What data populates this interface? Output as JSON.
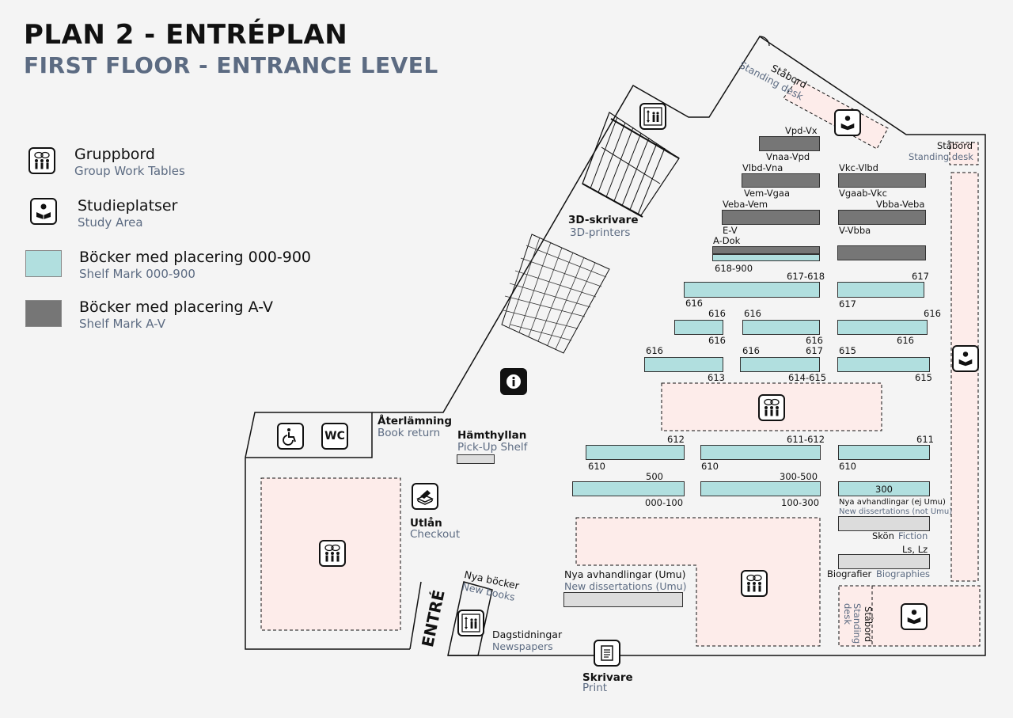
{
  "title": {
    "sv": "PLAN 2 - ENTRÉPLAN",
    "en": "FIRST FLOOR - ENTRANCE LEVEL"
  },
  "legend": {
    "group": {
      "sv": "Gruppbord",
      "en": "Group Work Tables"
    },
    "study": {
      "sv": "Studieplatser",
      "en": "Study Area"
    },
    "shelf000": {
      "sv": "Böcker med placering 000-900",
      "en": "Shelf Mark 000-900"
    },
    "shelfAV": {
      "sv": "Böcker med placering A-V",
      "en": "Shelf Mark A-V"
    }
  },
  "colors": {
    "teal": "#b1dfdf",
    "grey": "#767676",
    "lightgrey": "#dcdcdc",
    "pink": "#fdecea",
    "subtitle": "#5c6b82"
  },
  "areas": {
    "printer3d": {
      "sv": "3D-skrivare",
      "en": "3D-printers"
    },
    "return": {
      "sv": "Återlämning",
      "en": "Book return"
    },
    "pickup": {
      "sv": "Hämthyllan",
      "en": "Pick-Up Shelf"
    },
    "checkout": {
      "sv": "Utlån",
      "en": "Checkout"
    },
    "newbooks": {
      "sv": "Nya böcker",
      "en": "New books"
    },
    "entrance": "ENTRÉ",
    "newspapers": {
      "sv": "Dagstidningar",
      "en": "Newspapers"
    },
    "print": {
      "sv": "Skrivare",
      "en": "Print"
    },
    "newdiss": {
      "sv": "Nya avhandlingar (Umu)",
      "en": "New dissertations (Umu)"
    },
    "newdissNot": {
      "sv": "Nya avhandlingar (ej Umu)",
      "en": "New dissertations (not Umu)"
    },
    "fiction": {
      "sv": "Skön",
      "en": "Fiction"
    },
    "bio": {
      "sv": "Biografier",
      "en": "Biographies"
    },
    "lslz": "Ls, Lz",
    "standTop": {
      "sv": "Ståbord",
      "en": "Standing desk"
    },
    "standRight": {
      "sv": "Ståbord",
      "en": "Standing desk"
    },
    "standBottom": {
      "sv": "Ståbord",
      "en": "Standing desk"
    },
    "wc": "WC"
  },
  "shelfLabels": {
    "l1": "Vpd-Vx",
    "l2": "Vnaa-Vpd",
    "l3": "Vlbd-Vna",
    "l4": "Vem-Vgaa",
    "l5": "Veba-Vem",
    "l6": "E-V",
    "l7": "A-Dok",
    "l8": "618-900",
    "l9": "617-618",
    "l10": "616",
    "r1": "Vkc-Vlbd",
    "r2": "Vgaab-Vkc",
    "r3": "Vbba-Veba",
    "r4": "V-Vbba",
    "r5": "617",
    "r6": "617",
    "r7": "616",
    "r8": "616",
    "m1": "616",
    "m2": "616",
    "m3": "616",
    "m4": "616",
    "a1": "616",
    "a2": "613",
    "a3": "616",
    "a4": "617",
    "a5": "614-615",
    "a6": "615",
    "a7": "615",
    "b1": "612",
    "b2": "610",
    "b3": "611-612",
    "b4": "610",
    "b5": "611",
    "b6": "610",
    "c1": "500",
    "c2": "000-100",
    "c3": "300-500",
    "c4": "100-300",
    "c5": "300"
  }
}
